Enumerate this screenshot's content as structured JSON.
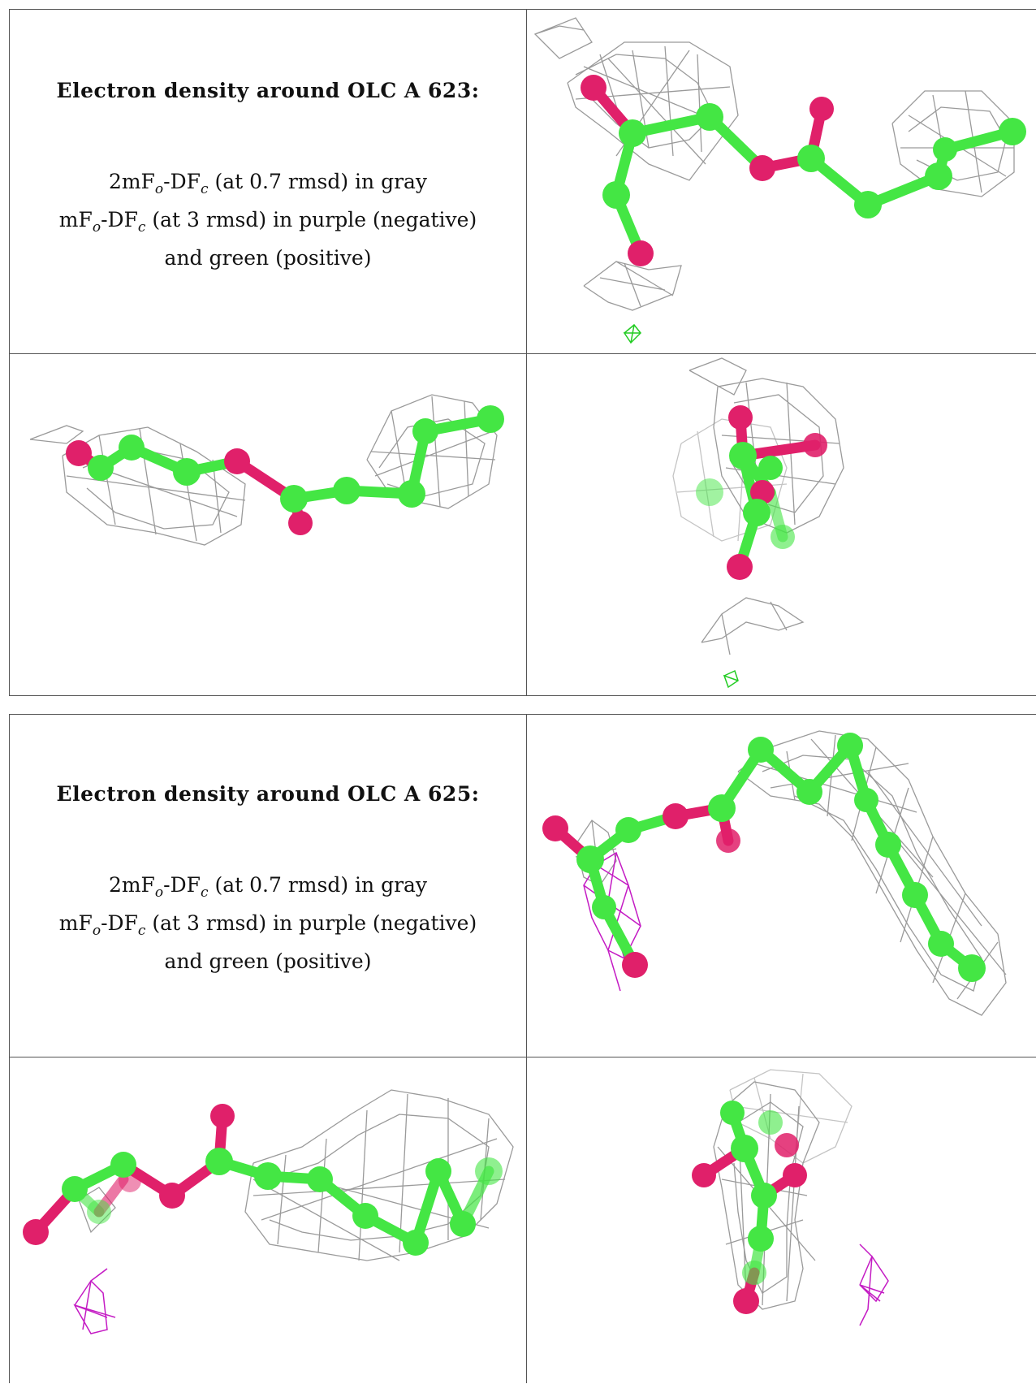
{
  "figure": {
    "colors": {
      "carbon": "#44e644",
      "oxygen": "#e0206a",
      "mesh_2fofc": "#9a9a9a",
      "mesh_negative": "#c41bc4",
      "mesh_positive": "#22cc22"
    },
    "panels": [
      {
        "title": "Electron density around OLC A 623:",
        "line1_a": "2mF",
        "line1_b": "o",
        "line1_c": "-DF",
        "line1_d": "c",
        "line1_e": " (at 0.7 rmsd) in gray",
        "line2_a": "mF",
        "line2_b": "o",
        "line2_c": "-DF",
        "line2_d": "c",
        "line2_e": " (at 3 rmsd) in purple (negative)",
        "line3": "and green (positive)"
      },
      {
        "title": "Electron density around OLC A 625:",
        "line1_a": "2mF",
        "line1_b": "o",
        "line1_c": "-DF",
        "line1_d": "c",
        "line1_e": " (at 0.7 rmsd) in gray",
        "line2_a": "mF",
        "line2_b": "o",
        "line2_c": "-DF",
        "line2_d": "c",
        "line2_e": " (at 3 rmsd) in purple (negative)",
        "line3": "and green (positive)"
      }
    ]
  }
}
